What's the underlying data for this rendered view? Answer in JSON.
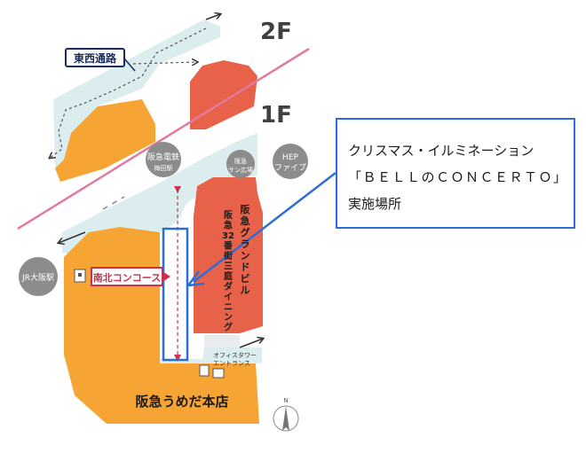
{
  "floors": {
    "upper": "2F",
    "lower": "1F"
  },
  "labels": {
    "east_west_passage": "東西通路",
    "hankyu_umeda_station": "阪急電鉄",
    "hankyu_umeda_station_sub": "梅田駅",
    "hankyu_sanban_gai": "阪急",
    "hankyu_sanban_gai_sub": "サン広場",
    "hep_five_1": "HEP",
    "hep_five_2": "ファイブ",
    "grand_building_col1": [
      "阪",
      "急",
      "グ",
      "ラ",
      "ン",
      "ド",
      "ビ",
      "ル"
    ],
    "grand_building_col2": [
      "阪",
      "急",
      "32",
      "番",
      "街",
      "三",
      "庭",
      "ダ",
      "イ",
      "ニ",
      "ン",
      "グ"
    ],
    "jr_osaka": "JR大阪駅",
    "north_south_concourse": "南北コンコース",
    "office_tower_1": "オフィスタワー",
    "office_tower_2": "エントランス",
    "hankyu_umeda_main_store": "阪急うめだ本店",
    "north": "N"
  },
  "callout": {
    "line1": "クリスマス・イルミネーション",
    "line2": "「ＢＥＬＬのＣＯＮＣＥＲＴＯ」",
    "line3": "実施場所"
  },
  "colors": {
    "department_store": "#f6a535",
    "grand_building": "#e8624a",
    "passage": "#dcedef",
    "floor_divider": "#e07aa2",
    "highlight": "#2a6fd6",
    "label_accent": "#c8324a",
    "landmark_circle": "#8c8c8c"
  }
}
